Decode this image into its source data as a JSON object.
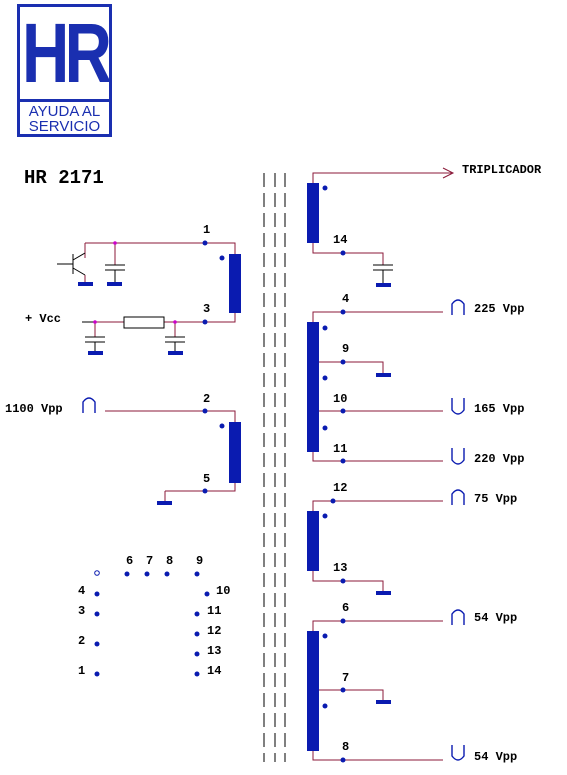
{
  "logo": {
    "mark": "HR",
    "line1": "AYUDA AL",
    "line2": "SERVICIO"
  },
  "model": "HR 2171",
  "labels": {
    "triplicador": "TRIPLICADOR",
    "vcc": "+ Vcc",
    "in_1100": "1100 Vpp",
    "out_225": "225 Vpp",
    "out_165": "165 Vpp",
    "out_220": "220 Vpp",
    "out_75": "75 Vpp",
    "out_54a": "54 Vpp",
    "out_54b": "54 Vpp"
  },
  "pins": {
    "p1": "1",
    "p2": "2",
    "p3": "3",
    "p4": "4",
    "p5": "5",
    "p6": "6",
    "p7": "7",
    "p8": "8",
    "p9": "9",
    "p10": "10",
    "p11": "11",
    "p12": "12",
    "p13": "13",
    "p14": "14"
  },
  "colors": {
    "wire": "#8b1a3a",
    "winding": "#0a1bb0",
    "logo": "#1a2fb0",
    "node": "#cc00cc"
  }
}
